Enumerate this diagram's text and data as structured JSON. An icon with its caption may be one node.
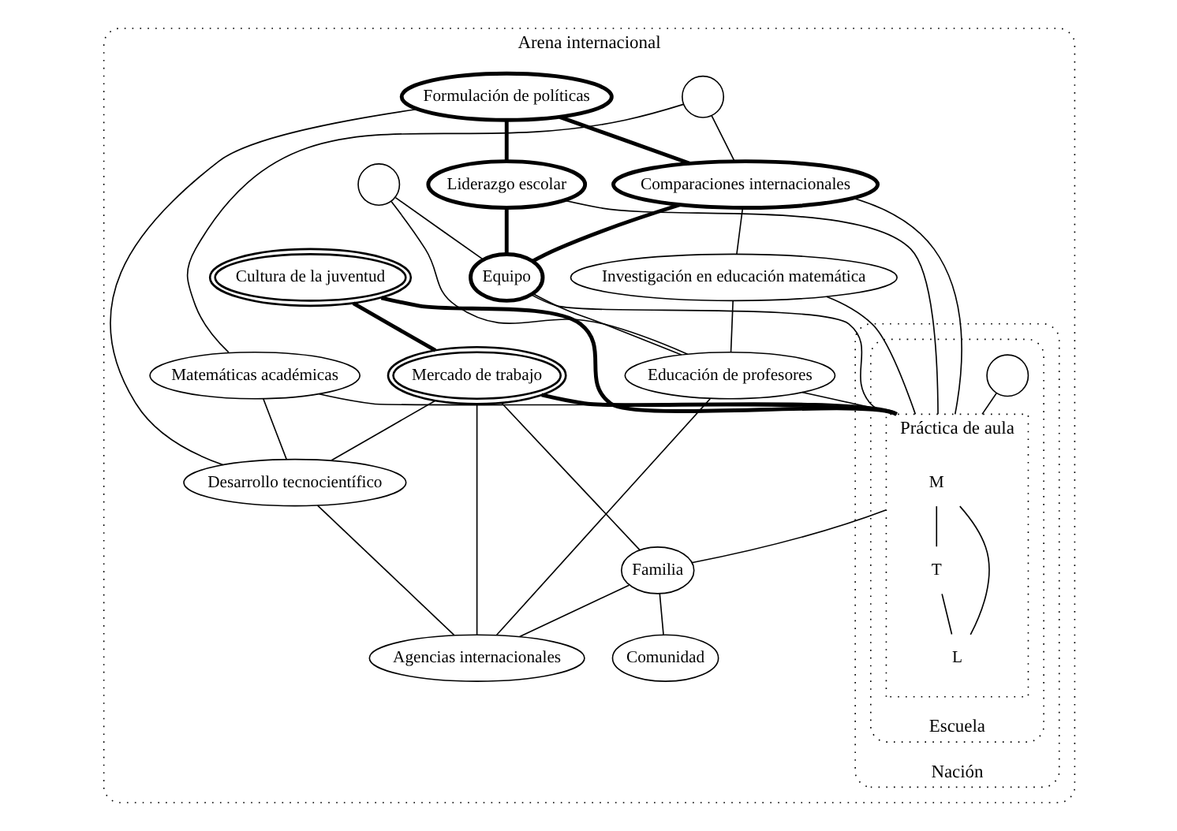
{
  "diagram": {
    "nodes": [
      {
        "text": [
          "Arena internacional"
        ]
      },
      {
        "text": [
          "Nación"
        ],
        "in": 0
      },
      {
        "text": [
          "Escuela"
        ],
        "in": 1
      },
      {
        "text": [],
        "shape": "circle",
        "in": 0
      },
      {
        "text": [
          "Matemáticas académicas"
        ],
        "in": 0
      },
      {
        "text": [
          "Formulación de políticas"
        ],
        "in": 0
      },
      {
        "text": [
          "Comparaciones internacionales"
        ],
        "in": 0
      },
      {
        "text": [
          "Liderazgo escolar"
        ],
        "in": 0
      },
      {
        "text": [
          "Cultura de la juventud"
        ],
        "in": 0
      },
      {
        "text": [
          "Desarrollo tecnocientífico"
        ],
        "in": 0
      },
      {
        "text": [],
        "shape": "circle",
        "in": 2
      },
      {
        "text": [
          "Práctica de aula"
        ],
        "in": 2
      },
      {
        "text": [
          "M"
        ],
        "in": 11
      },
      {
        "text": [
          "T"
        ],
        "in": 11
      },
      {
        "text": [
          "L"
        ],
        "in": 11
      },
      {
        "text": [
          "Mercado de trabajo"
        ],
        "in": 0
      },
      {
        "text": [],
        "shape": "circle",
        "in": 0
      },
      {
        "text": [
          "Equipo"
        ],
        "in": 0
      },
      {
        "text": [
          "Familia"
        ],
        "in": 0
      },
      {
        "text": [
          "Comunidad"
        ],
        "in": 0
      },
      {
        "text": [
          "Investigación en educación matemática"
        ],
        "in": 0
      },
      {
        "text": [
          "Educación de profesores"
        ],
        "in": 0
      },
      {
        "text": [
          "Agencias internacionales"
        ],
        "in": 0
      }
    ],
    "edges": [
      {
        "from": 3,
        "to": 4,
        "arrow": "none"
      },
      {
        "from": 3,
        "to": 6,
        "arrow": "none"
      },
      {
        "from": 4,
        "to": 9,
        "arrow": "none"
      },
      {
        "from": 4,
        "to": 11,
        "arrow": "none"
      },
      {
        "from": 5,
        "to": 9,
        "arrow": "none"
      },
      {
        "from": 5,
        "to": 6,
        "arrow": "none",
        "style": "thick"
      },
      {
        "from": 5,
        "to": 7,
        "arrow": "none",
        "style": "thick"
      },
      {
        "from": 6,
        "to": 17,
        "arrow": "none",
        "style": "thick"
      },
      {
        "from": 7,
        "to": 17,
        "arrow": "none",
        "style": "thick"
      },
      {
        "from": 6,
        "to": 11,
        "arrow": "none"
      },
      {
        "from": 7,
        "to": 11,
        "arrow": "none"
      },
      {
        "from": 6,
        "to": 20,
        "arrow": "none"
      },
      {
        "from": 10,
        "to": 11,
        "arrow": "none"
      },
      {
        "from": 8,
        "to": 11,
        "arrow": "none",
        "style": "thick"
      },
      {
        "from": 8,
        "to": 15,
        "arrow": "none",
        "style": "thick"
      },
      {
        "from": 15,
        "to": 11,
        "arrow": "none",
        "style": "thick"
      },
      {
        "from": 15,
        "to": 9,
        "arrow": "none"
      },
      {
        "from": 12,
        "to": 13,
        "arrow": "none"
      },
      {
        "from": 12,
        "to": 14,
        "arrow": "none"
      },
      {
        "from": 13,
        "to": 14,
        "arrow": "none"
      },
      {
        "from": 16,
        "to": 17,
        "arrow": "none"
      },
      {
        "from": 16,
        "to": 21,
        "arrow": "none"
      },
      {
        "from": 17,
        "to": 11,
        "arrow": "none"
      },
      {
        "from": 17,
        "to": 21,
        "arrow": "none"
      },
      {
        "from": 11,
        "to": 18,
        "arrow": "none"
      },
      {
        "from": 15,
        "to": 18,
        "arrow": "none"
      },
      {
        "from": 18,
        "to": 19,
        "arrow": "none"
      },
      {
        "from": 18,
        "to": 22,
        "arrow": "none"
      },
      {
        "from": 15,
        "to": 22,
        "arrow": "none"
      },
      {
        "from": 9,
        "to": 22,
        "arrow": "none"
      },
      {
        "from": 20,
        "to": 11,
        "arrow": "none"
      },
      {
        "from": 21,
        "to": 11,
        "arrow": "none"
      },
      {
        "from": 20,
        "to": 21,
        "arrow": "none"
      },
      {
        "from": 21,
        "to": 22,
        "arrow": "none"
      }
    ]
  }
}
